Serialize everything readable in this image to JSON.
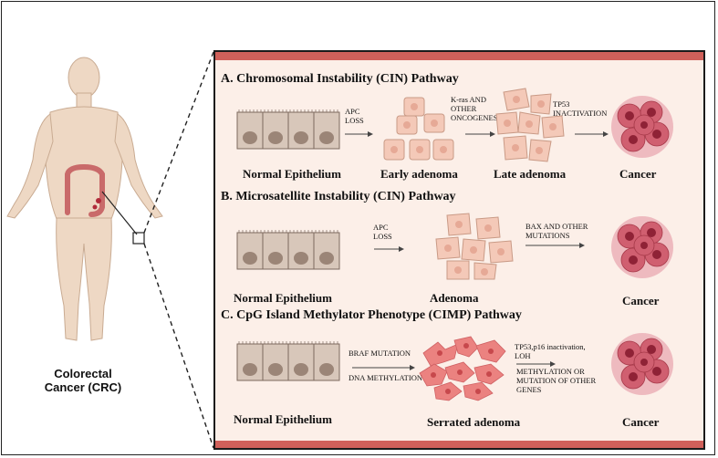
{
  "figure": {
    "crc_label_line1": "Colorectal",
    "crc_label_line2": "Cancer (CRC)"
  },
  "pathways": [
    {
      "title": "A. Chromosomal Instability (CIN) Pathway",
      "stages": [
        "Normal Epithelium",
        "Early adenoma",
        "Late adenoma",
        "Cancer"
      ],
      "transitions": [
        "APC\nLOSS",
        "K-ras AND\nOTHER\nONCOGENES",
        "TP53\nINACTIVATION"
      ]
    },
    {
      "title": "B. Microsatellite Instability (CIN) Pathway",
      "stages": [
        "Normal Epithelium",
        "Adenoma",
        "Cancer"
      ],
      "transitions": [
        "APC\nLOSS",
        "BAX AND OTHER\nMUTATIONS"
      ]
    },
    {
      "title": "C. CpG Island Methylator Phenotype (CIMP) Pathway",
      "stages": [
        "Normal Epithelium",
        "Serrated adenoma",
        "Cancer"
      ],
      "transitions": [
        "BRAF MUTATION",
        "DNA METHYLATION",
        "TP53,p16 inactivation,\nLOH",
        "METHYLATION OR\nMUTATION OF OTHER\nGENES"
      ]
    }
  ],
  "colors": {
    "panel_bg": "#fcefe8",
    "band": "#d0605a",
    "epithelium_cell": "#d8c7ba",
    "nucleus": "#9b8577",
    "adenoma_cell": "#f4c9b8",
    "serrated_cell": "#e9706f",
    "cancer": "#c2485a",
    "body_skin": "#eed8c4"
  },
  "icons": [
    "human-body-icon",
    "colon-icon",
    "epithelium-icon",
    "adenoma-cells-icon",
    "cancer-cells-icon",
    "arrow-icon"
  ]
}
